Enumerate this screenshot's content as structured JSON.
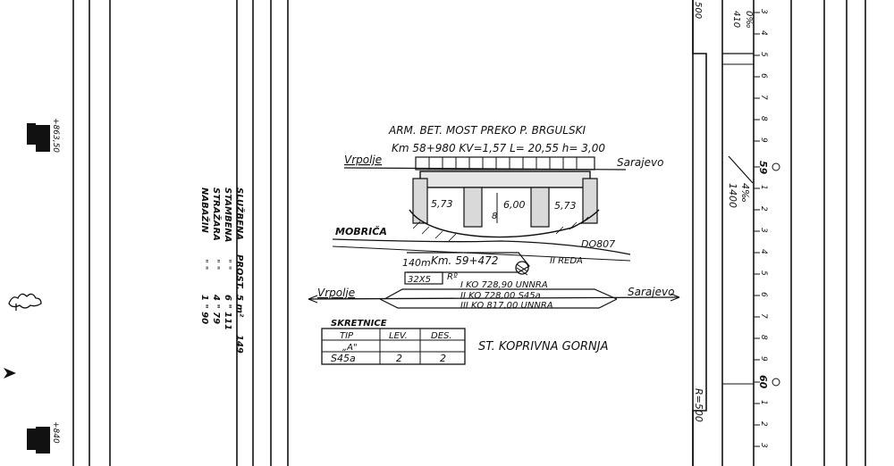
{
  "bridge": {
    "title": "ARM. BET. MOST PREKO P. BRGULSKI",
    "specs": "Km 58+980 KV=1,57  L= 20,55  h= 3,00",
    "left_place": "Vrpolje",
    "right_place": "Sarajevo",
    "span_left": "5,73",
    "span_center": "6,00",
    "span_right": "5,73",
    "pier": "8",
    "river": "MOBRIČA",
    "road": "DO807"
  },
  "station": {
    "km": "Km. 59+472",
    "pos": "140m",
    "building": "32X5",
    "building_code": "Rº",
    "regulation": "II REDA",
    "left_place": "Vrpolje",
    "right_place": "Sarajevo",
    "tracks": [
      "I KO  728,90 UNNRA",
      "II KO  728,00 S45a",
      "III KO  817,00  UNNRA"
    ],
    "name": "ST. KOPRIVNA GORNJA"
  },
  "switches": {
    "title": "SKRETNICE",
    "headers": [
      "TIP",
      "LEV.",
      "DES."
    ],
    "rows": [
      [
        "„A\"",
        "",
        ""
      ],
      [
        "S45a",
        "2",
        "2"
      ]
    ]
  },
  "areas": {
    "labels": [
      "SLUŽBENA",
      "STAMBENA",
      "STRAŽARA",
      "NABAŽIN"
    ],
    "prost": "PROST.",
    "unit": "5  m²",
    "ditto": [
      "\"   \"",
      "\"   \"",
      "\"   \""
    ],
    "values": [
      "149",
      "6  \"  111",
      "4  \"  79",
      "1  \"  90"
    ]
  },
  "elevations": {
    "upper": "+863,50",
    "lower": "+840"
  },
  "profile": {
    "top_km_mark": "500",
    "grade1_value": "0‰",
    "grade1_length": "410",
    "grade2_value": "4‰",
    "grade2_length": "1400",
    "curve_radius": "R=500",
    "km59": "59",
    "km60": "60",
    "hm_top": [
      "3",
      "4",
      "5",
      "6",
      "7",
      "8",
      "9"
    ],
    "hm_mid": [
      "1",
      "2",
      "3",
      "4",
      "5",
      "6",
      "7",
      "8",
      "9"
    ],
    "hm_bottom": [
      "1",
      "2",
      "3"
    ]
  }
}
